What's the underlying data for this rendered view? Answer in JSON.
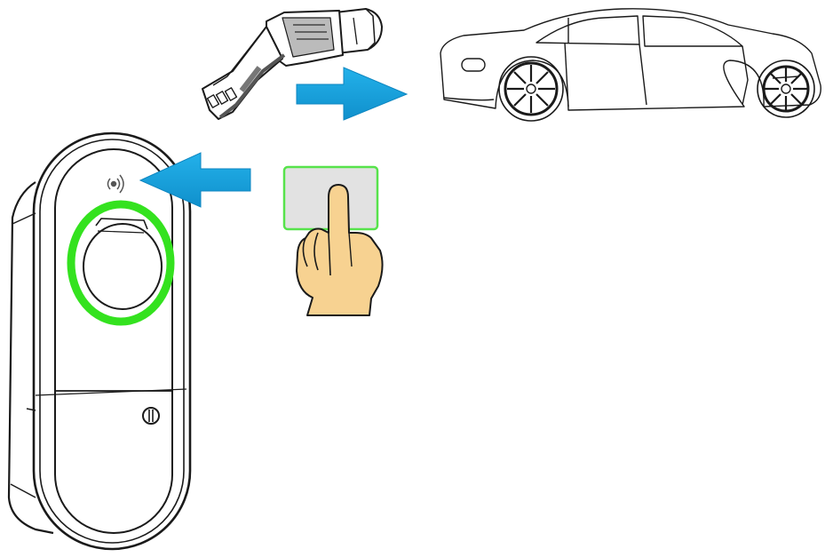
{
  "diagram": {
    "steps": [
      {
        "id": "tap-card",
        "icon": "rfid-card-icon"
      },
      {
        "id": "plug-in",
        "icon": "charging-plug-icon"
      }
    ],
    "components": {
      "charger": "wall-charger",
      "card": "rfid-card",
      "plug": "charging-connector",
      "vehicle": "electric-car"
    },
    "colors": {
      "arrow": "#1ca0dc",
      "arrow_dark": "#0f7fb6",
      "highlight": "#34e21f",
      "card_fill": "#e2e2e2",
      "card_border": "#57e34b",
      "hand_fill": "#f7d291",
      "outline": "#1a1a1a"
    }
  }
}
